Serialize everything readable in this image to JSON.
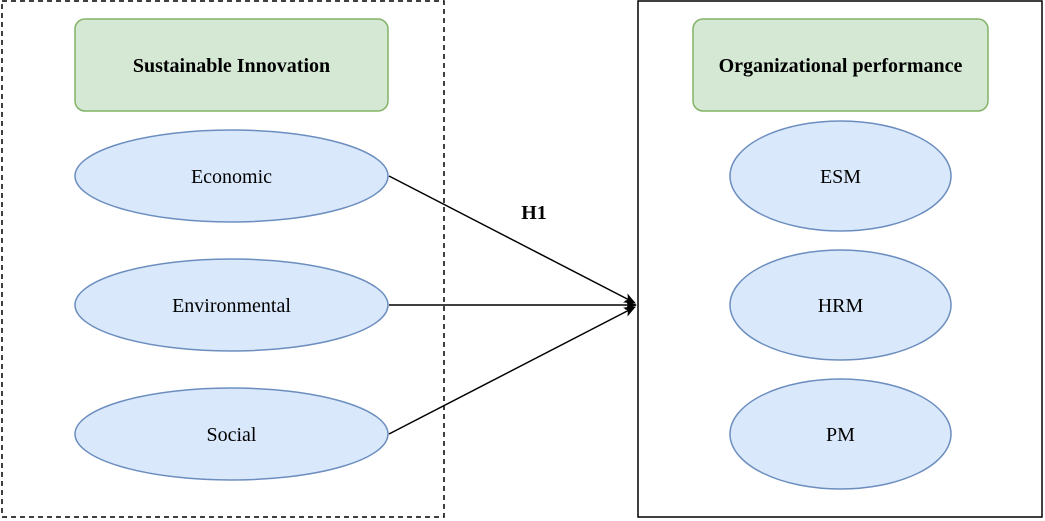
{
  "left_group": {
    "title": "Sustainable Innovation",
    "dimensions": [
      {
        "label": "Economic"
      },
      {
        "label": "Environmental"
      },
      {
        "label": "Social"
      }
    ]
  },
  "right_group": {
    "title": "Organizational performance",
    "dimensions": [
      {
        "label": "ESM"
      },
      {
        "label": "HRM"
      },
      {
        "label": "PM"
      }
    ]
  },
  "hypothesis": {
    "label": "H1"
  },
  "colors": {
    "title_fill": "#d5e8d4",
    "title_stroke": "#82b366",
    "node_fill": "#dae8fc",
    "node_stroke": "#6c8ebf",
    "line": "#000000"
  }
}
